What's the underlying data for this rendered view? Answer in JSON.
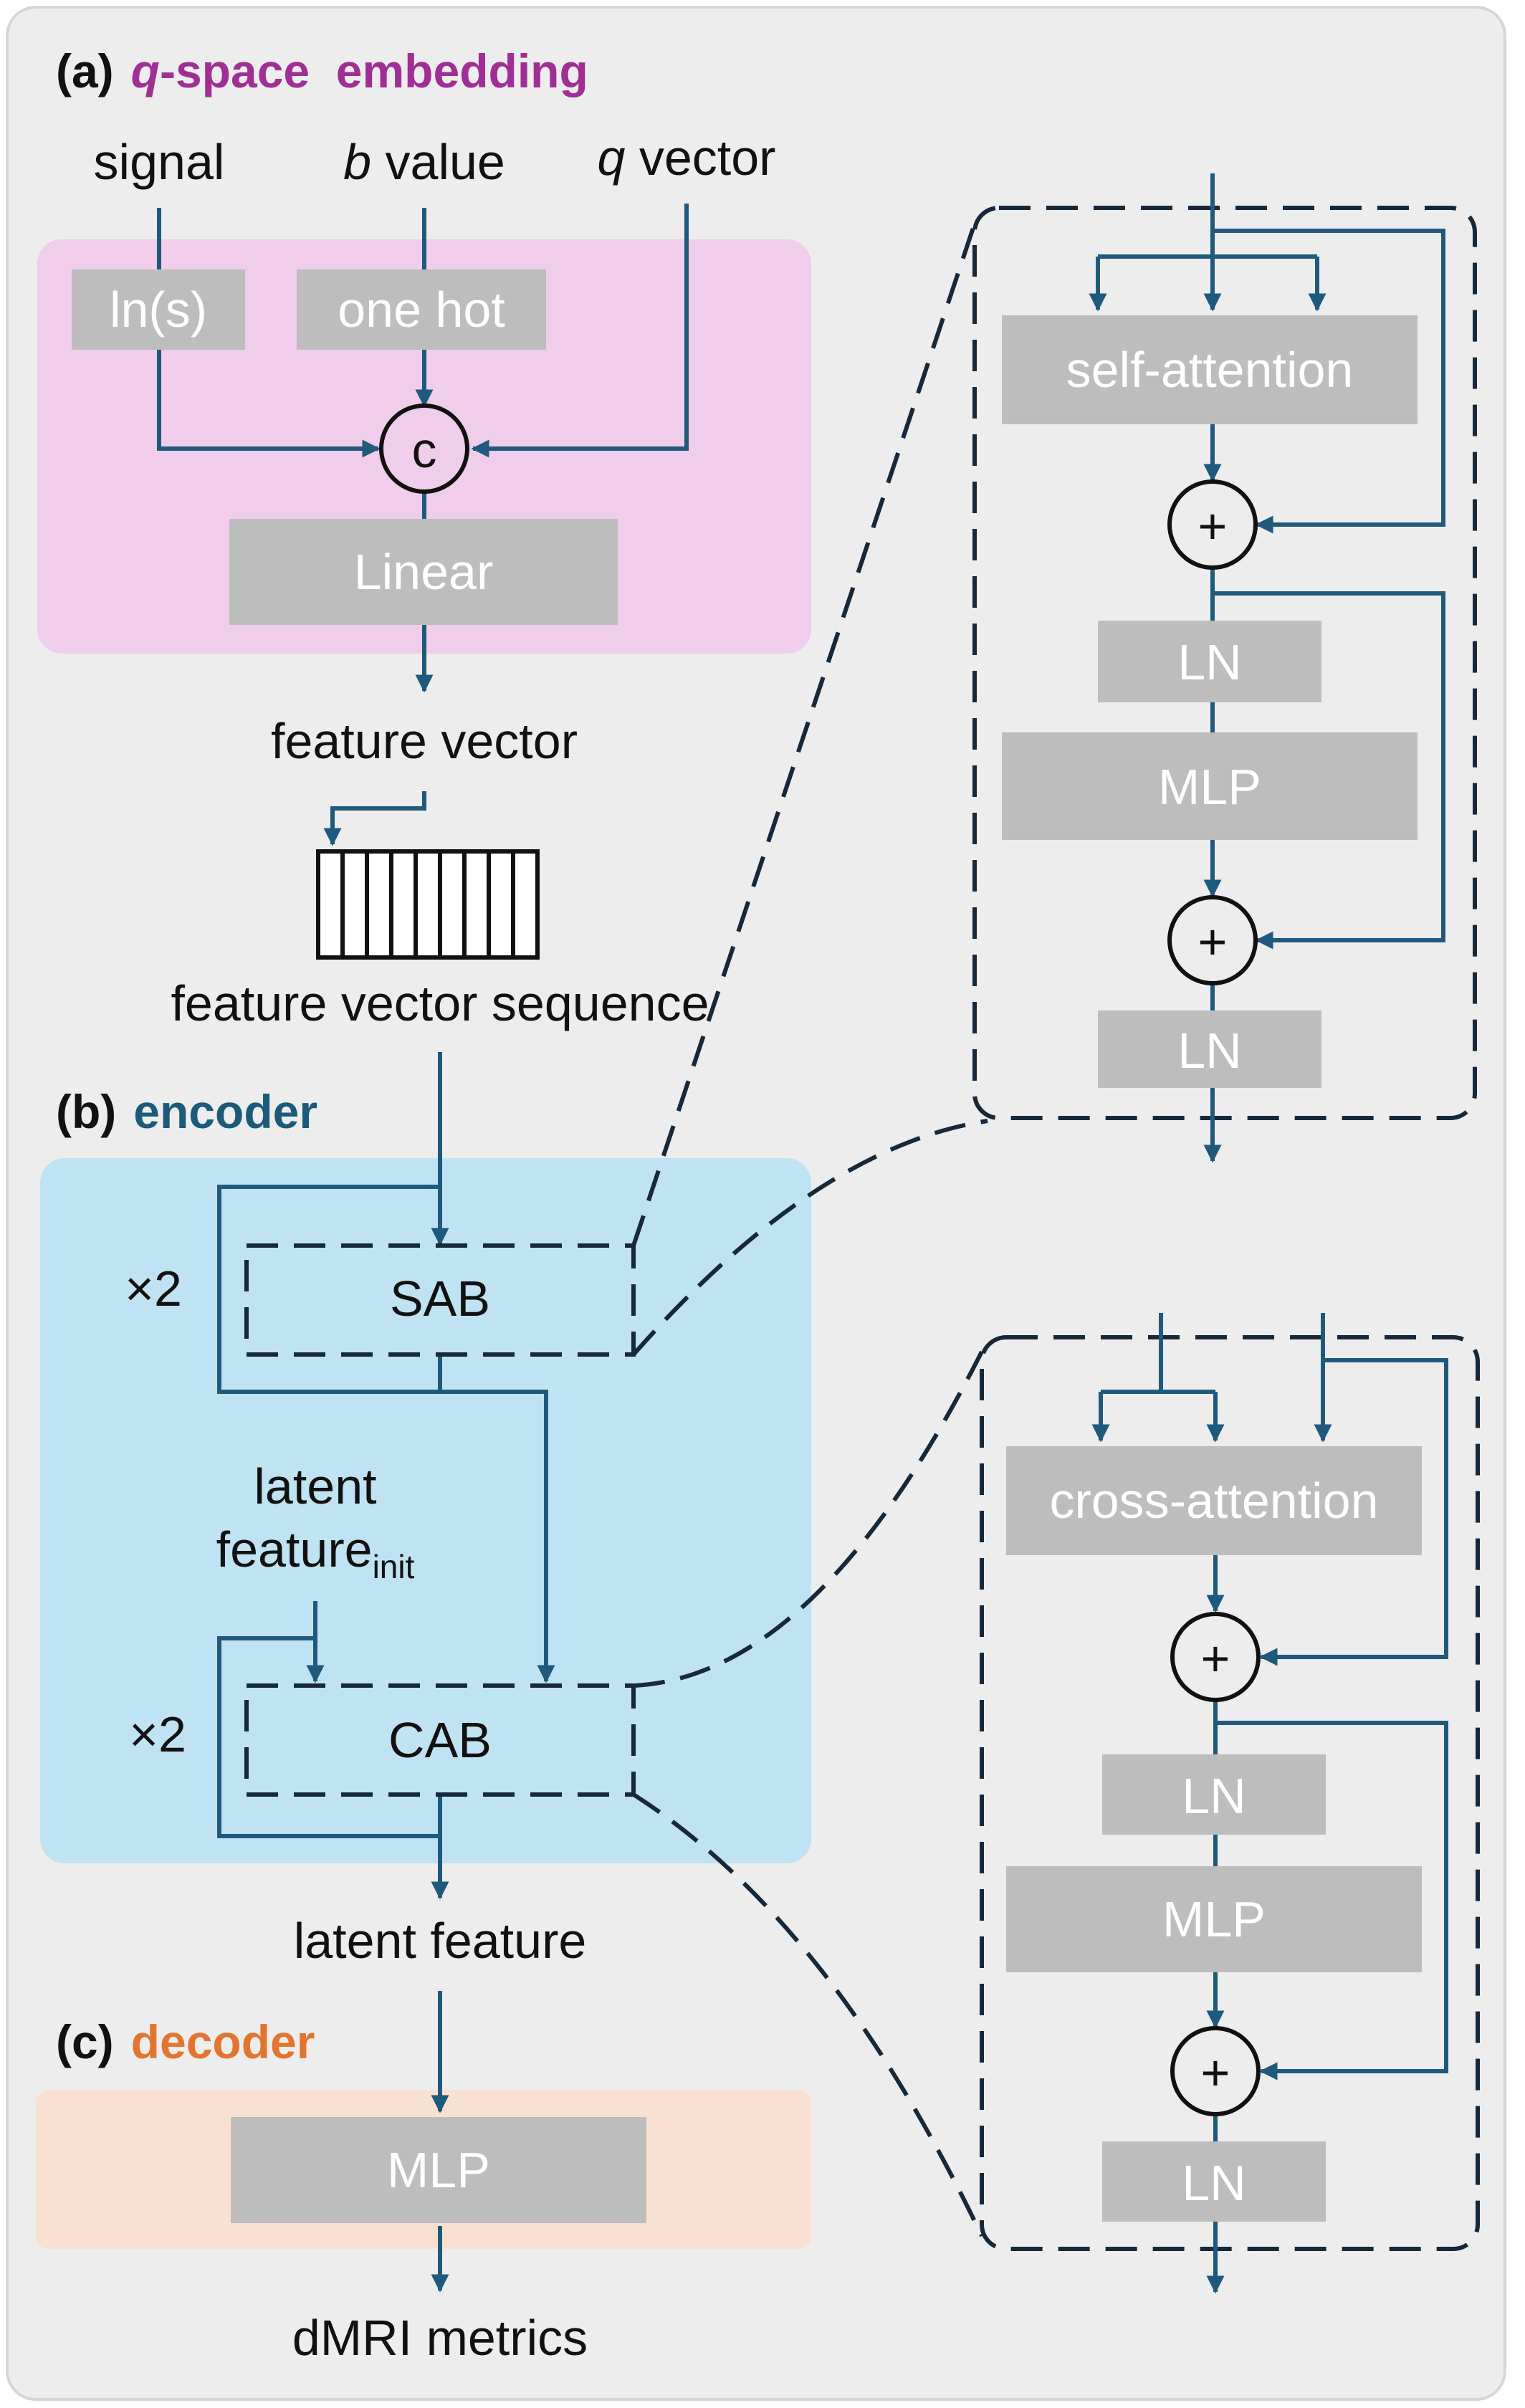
{
  "colors": {
    "background": "#ededed",
    "section_a_fill": "#f0cdeb",
    "section_b_fill": "#bfe3f3",
    "section_c_fill": "#f9e1d1",
    "block_fill": "#bdbdbd",
    "wire": "#1f5a7c",
    "title_a": "#a02e94",
    "title_b": "#1c5a7a",
    "title_c": "#e2752f"
  },
  "section_a": {
    "tag": "(a)",
    "title_q": "q",
    "title_rest": "-space  embedding",
    "inputs": {
      "signal": "signal",
      "b_italic": "b",
      "b_rest": " value",
      "q_italic": "q",
      "q_rest": " vector"
    },
    "ln_box": "ln(s)",
    "onehot_box": "one hot",
    "concat_symbol": "c",
    "linear_box": "Linear",
    "output_label": "feature vector",
    "sequence_label": "feature vector sequence"
  },
  "section_b": {
    "tag": "(b)",
    "title": "encoder",
    "repeat_sab": "×2",
    "sab": "SAB",
    "latent_init_line1": "latent",
    "latent_init_line2": "feature",
    "latent_init_sub": "init",
    "repeat_cab": "×2",
    "cab": "CAB",
    "output_label": "latent feature"
  },
  "section_c": {
    "tag": "(c)",
    "title": "decoder",
    "mlp": "MLP",
    "output_label": "dMRI metrics"
  },
  "sab_detail": {
    "attention": "self-attention",
    "plus1": "+",
    "ln1": "LN",
    "mlp": "MLP",
    "plus2": "+",
    "ln2": "LN"
  },
  "cab_detail": {
    "attention": "cross-attention",
    "plus1": "+",
    "ln1": "LN",
    "mlp": "MLP",
    "plus2": "+",
    "ln2": "LN"
  }
}
